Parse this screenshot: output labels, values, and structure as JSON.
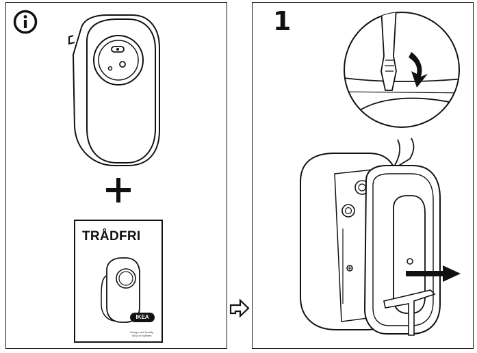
{
  "info_panel": {
    "icon": "info-icon",
    "booklet": {
      "title": "TRÅDFRI",
      "logo_text": "IKEA",
      "logo_tagline": "Design and Quality IKEA of Sweden"
    }
  },
  "step_panel": {
    "step_number": "1"
  },
  "icons": {
    "next_arrow": "arrow-right-outline-icon",
    "plus": "plus-icon"
  }
}
